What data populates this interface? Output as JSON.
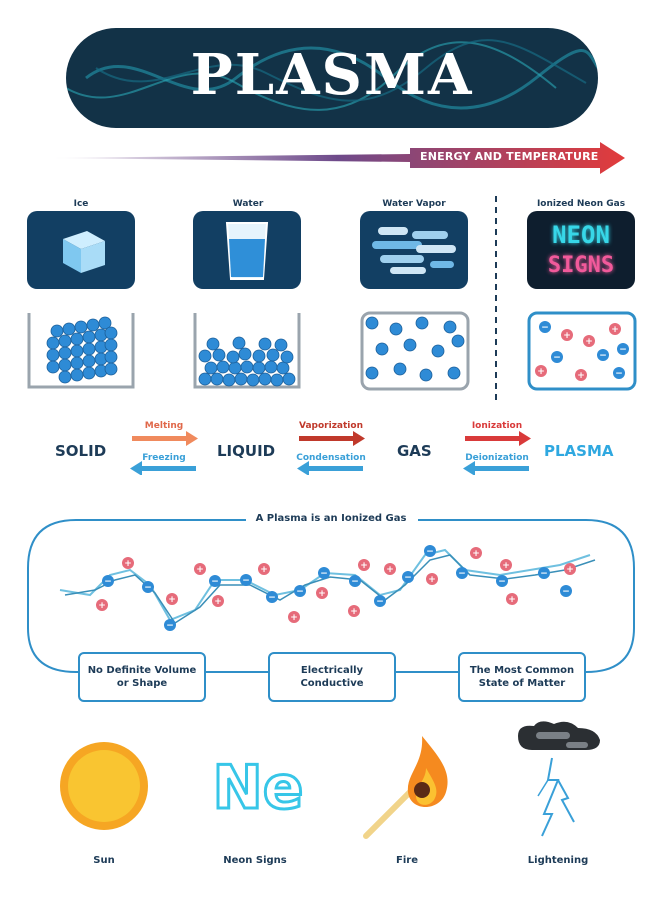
{
  "title": "PLASMA",
  "energy_label": "ENERGY AND TEMPERATURE",
  "states": [
    {
      "label": "Ice"
    },
    {
      "label": "Water"
    },
    {
      "label": "Water Vapor"
    },
    {
      "label": "Ionized Neon Gas"
    }
  ],
  "neon_sign": {
    "line1": "NEON",
    "line2": "SIGNS"
  },
  "phases": {
    "solid": "SOLID",
    "liquid": "LIQUID",
    "gas": "GAS",
    "plasma": "PLASMA"
  },
  "processes": {
    "melting": "Melting",
    "freezing": "Freezing",
    "vaporization": "Vaporization",
    "condensation": "Condensation",
    "ionization": "Ionization",
    "deionization": "Deionization"
  },
  "section_title": "A Plasma is an Ionized Gas",
  "properties": [
    {
      "text": "No Definite Volume\nor Shape"
    },
    {
      "text": "Electrically\nConductive"
    },
    {
      "text": "The Most Common\nState of Matter"
    }
  ],
  "examples": [
    {
      "label": "Sun"
    },
    {
      "label": "Neon Signs"
    },
    {
      "label": "Fire"
    },
    {
      "label": "Lightening"
    }
  ],
  "ne_symbol": "Ne",
  "colors": {
    "navy": "#123247",
    "blue": "#2f8fc8",
    "red_arrow": "#d93a3a",
    "orange_arrow": "#f08a5d",
    "light_blue_arrow": "#3aa0d8",
    "plasma_text": "#2fa8e0",
    "neon_cyan": "#37d7e8",
    "neon_pink": "#f25a9b",
    "sun": "#f5b41f"
  }
}
